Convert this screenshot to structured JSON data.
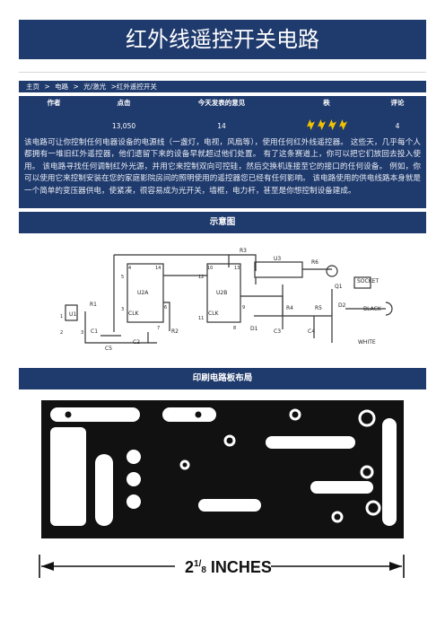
{
  "page": {
    "title": "红外线遥控开关电路",
    "breadcrumb": [
      "主页",
      ">",
      "电路",
      ">",
      "光/激光",
      ">红外遥控开关"
    ],
    "table": {
      "headers": [
        "作者",
        "点击",
        "今天发表的意见",
        "秩",
        "评论"
      ],
      "row": {
        "author": "",
        "clicks": "13,050",
        "comments_today": "14",
        "rank_stars": 4,
        "reviews": "4"
      }
    },
    "description": "该电路可让你控制任何电器设备的电源线（一盏灯，电视，风扇等），使用任何红外线遥控器。 这些天，几乎每个人都拥有一堆旧红外遥控器，他们遗留下来的设备早就超过他们处置。 有了这条赛道上，你可以把它们放回去投入使用。 该电路寻找任何调制红外光源，并用它来控制双向可控硅，然后交换机连接至它的接口的任何设备。 例如，你可以使用它来控制安装在您的家庭影院房间的照明使用的遥控器您已经有任何影响。 该电路使用的供电线路本身就是一个简单的变压器供电，使紧凑，很容易成为光开关，墙框，电力杆，甚至是你想控制设备建成。",
    "sections": {
      "schematic": "示意图",
      "pcb": "印刷电路板布局"
    },
    "schematic_labels": {
      "u1": "U1",
      "r1": "R1",
      "c1": "C1",
      "c2": "C2",
      "c5": "C5",
      "r2": "R2",
      "u2a": "U2A",
      "u2b": "U2B",
      "clk_a": "CLK",
      "clk_b": "CLK",
      "r3": "R3",
      "u3": "U3",
      "r6": "R6",
      "q1": "Q1",
      "socket": "SOCKET",
      "r4": "R4",
      "r5": "R5",
      "d2": "D2",
      "black": "BLACK",
      "white": "WHITE",
      "d1": "D1",
      "c3": "C3",
      "c4": "C4",
      "pins": [
        "1",
        "2",
        "3",
        "3",
        "4",
        "14",
        "5",
        "6",
        "7",
        "10",
        "13",
        "12",
        "11",
        "9",
        "8"
      ]
    },
    "dimension": {
      "whole": "2",
      "fraction_num": "1",
      "fraction_den": "8",
      "unit": " INCHES"
    }
  },
  "colors": {
    "banner": "#1f3a6d",
    "star": "#f2c200"
  }
}
